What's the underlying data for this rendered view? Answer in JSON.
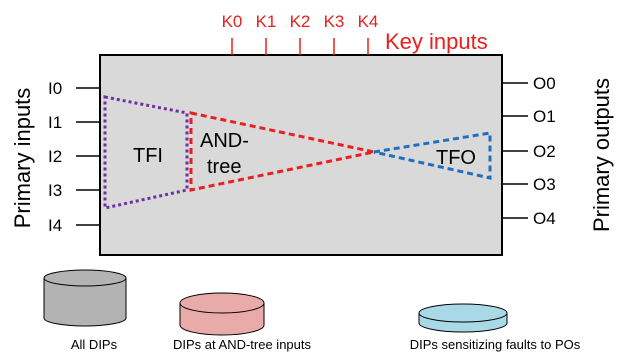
{
  "key_inputs": {
    "title": "Key inputs",
    "keys": [
      "K0",
      "K1",
      "K2",
      "K3",
      "K4"
    ],
    "color": "#e8201f"
  },
  "primary_inputs": {
    "title": "Primary inputs",
    "pins": [
      "I0",
      "I1",
      "I2",
      "I3",
      "I4"
    ]
  },
  "primary_outputs": {
    "title": "Primary outputs",
    "pins": [
      "O0",
      "O1",
      "O2",
      "O3",
      "O4"
    ]
  },
  "regions": {
    "tfi": {
      "label": "TFI",
      "color": "#7030a0"
    },
    "and_tree": {
      "label_line1": "AND-",
      "label_line2": "tree",
      "color": "#e8201f"
    },
    "tfo": {
      "label": "TFO",
      "color": "#1f6fbf"
    }
  },
  "block_fill": "#d9d9d9",
  "legend": [
    {
      "label": "All DIPs",
      "color": "#b3b3b3"
    },
    {
      "label": "DIPs at AND-tree inputs",
      "color": "#e9aaaa"
    },
    {
      "label": "DIPs sensitizing faults to POs",
      "color": "#a9d9e6"
    }
  ]
}
